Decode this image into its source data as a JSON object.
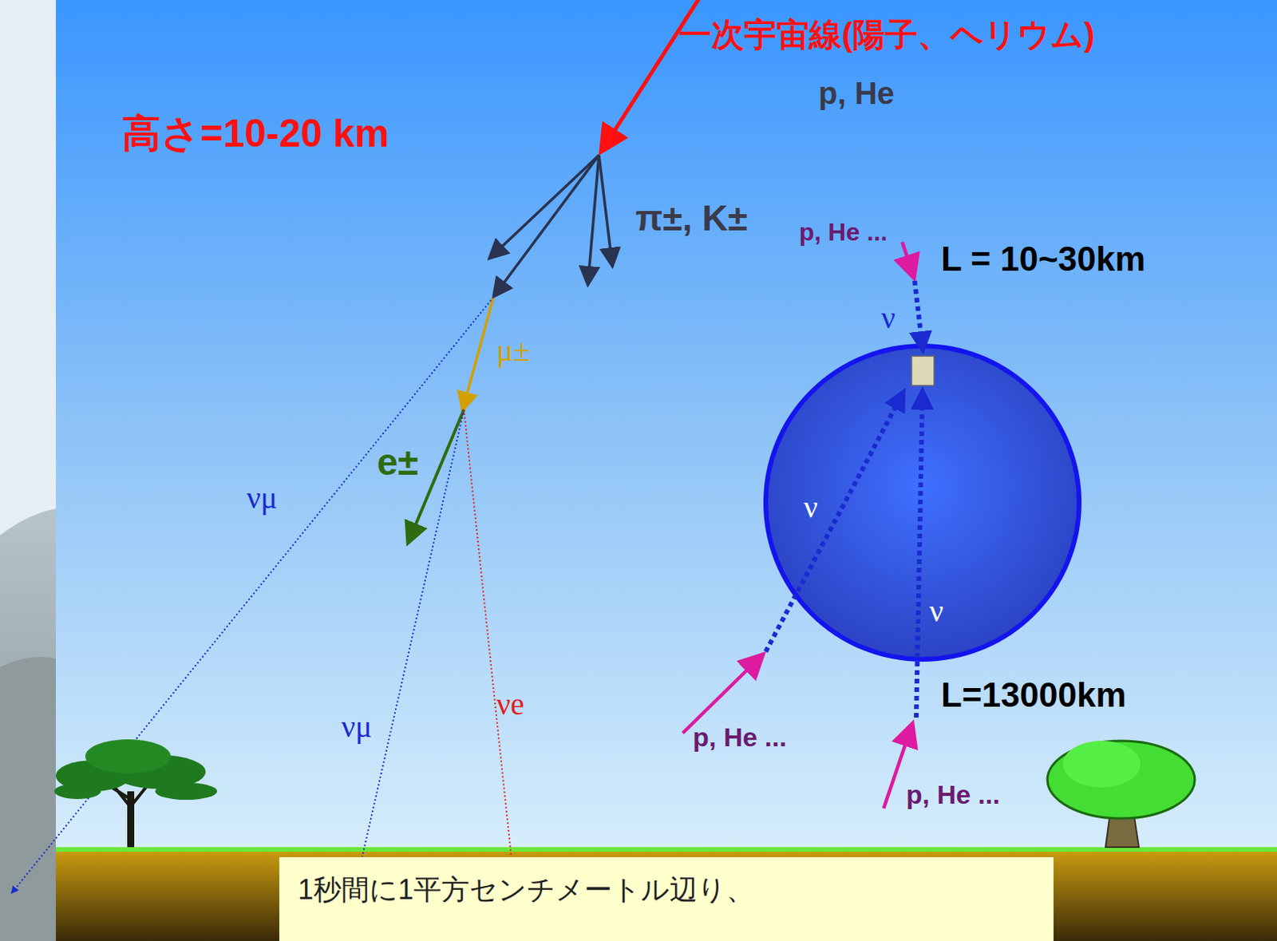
{
  "diagram": {
    "nodes": [
      {
        "text": [
          "1秒間に1平方センチメートル辺り、"
        ]
      }
    ],
    "edges": [],
    "labels": [
      "一次宇宙線(陽子、ヘリウム)",
      "p, He",
      "高さ=10-20 km",
      "π±, K±",
      "p, He ...",
      "L = 10~30km",
      "ν",
      "μ±",
      "e±",
      "νμ",
      "ν",
      "ν",
      "νμ",
      "νe",
      "L=13000km",
      "p, He ...",
      "p, He ..."
    ]
  }
}
